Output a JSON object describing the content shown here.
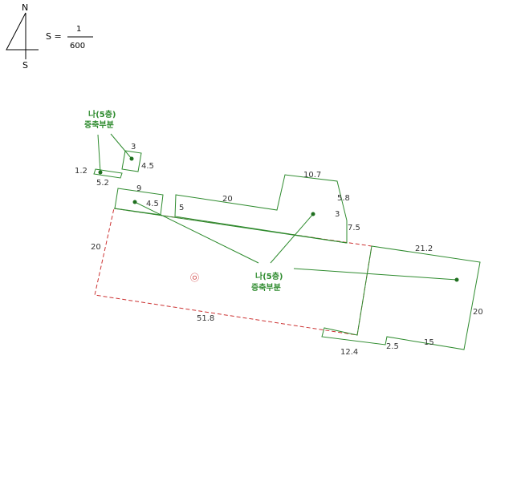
{
  "north_label": "N",
  "south_label": "S",
  "scale": {
    "label": "S =",
    "numerator": "1",
    "denominator": "600"
  },
  "center_mark": "㉧",
  "labels": {
    "upper": {
      "line1": "나(5층)",
      "line2": "증축부분"
    },
    "middle": {
      "line1": "나(5층)",
      "line2": "증축부분"
    }
  },
  "dims": {
    "d1_2": "1.2",
    "d5_2": "5.2",
    "d3": "3",
    "d4_5a": "4.5",
    "d9": "9",
    "d4_5b": "4.5",
    "d5": "5",
    "d20a": "20",
    "d10_7": "10.7",
    "d5_8": "5.8",
    "d3b": "3",
    "d7_5": "7.5",
    "d20b": "20",
    "d21_2": "21.2",
    "d20c": "20",
    "d51_8": "51.8",
    "d12_4": "12.4",
    "d2_5": "2.5",
    "d15": "15"
  },
  "colors": {
    "outline": "#2e8b2e",
    "dashed": "#cc3333",
    "text": "#333333"
  }
}
